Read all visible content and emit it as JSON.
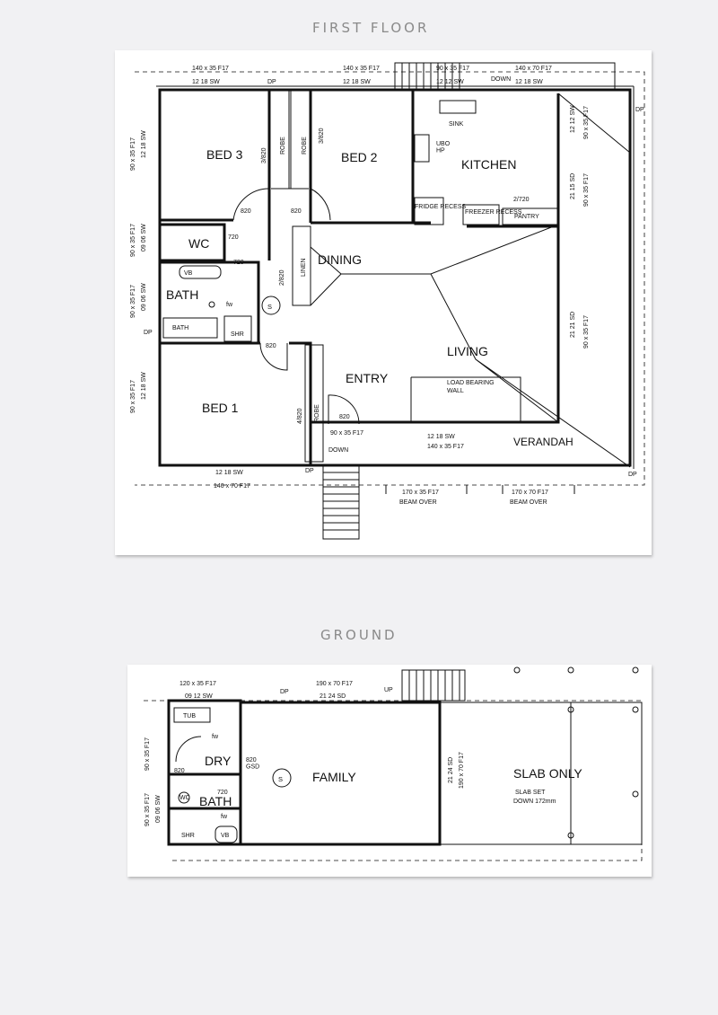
{
  "first_floor": {
    "heading": "FIRST FLOOR",
    "rooms": {
      "bed3": "BED 3",
      "bed2": "BED 2",
      "kitchen": "KITCHEN",
      "dining": "DINING",
      "living": "LIVING",
      "entry": "ENTRY",
      "bed1": "BED 1",
      "verandah": "VERANDAH",
      "wc": "WC",
      "bath": "BATH"
    },
    "fixtures": {
      "robe": "ROBE",
      "linen": "LINEN",
      "sink": "SINK",
      "ubo_hp": "UBO\nHP",
      "fridge_recess": "FRIDGE RECESS",
      "freezer_recess": "FREEZER RECESS",
      "pantry": "PANTRY",
      "vb": "VB",
      "bath_tub": "BATH",
      "shr": "SHR",
      "fw": "fw",
      "smoke": "S",
      "load_bearing": "LOAD BEARING",
      "wall": "WALL",
      "down": "DOWN",
      "dp": "DP"
    },
    "doors": {
      "d3_820": "3/820",
      "d820": "820",
      "d720": "720",
      "d2_820": "2/820",
      "d4_820": "4/820",
      "d2_720": "2/720"
    },
    "members": {
      "top1": "140 x 35 F17",
      "top1b": "12 18 SW",
      "top2": "140 x 35 F17",
      "top2b": "12 18 SW",
      "top3": "90 x 35 F17",
      "top3b": "12 12 SW",
      "top4": "140 x 70 F17",
      "top4b": "12 18 SW",
      "left1": "90 x 35 F17",
      "left1b": "12 18 SW",
      "left2": "90 x 35 F17",
      "left2b": "09 06 SW",
      "left3": "90 x 35 F17",
      "left3b": "09 06 SW",
      "left4": "90 x 35 F17",
      "left4b": "12 18 SW",
      "right1": "12 12 SW",
      "right1b": "90 x 35 F17",
      "right2": "21 15 SD",
      "right2b": "90 x 35 F17",
      "right3": "21 21 SD",
      "right3b": "90 x 35 F17",
      "entry_beam": "90 x 35 F17",
      "liv_beam": "12 18 SW",
      "liv_beamb": "140 x 35 F17",
      "bot1": "12 18 SW",
      "bot1b": "140 x 70 F17",
      "beam1": "170 x 35 F17",
      "beam2": "170 x 70 F17",
      "beam_over": "BEAM OVER"
    }
  },
  "ground": {
    "heading": "GROUND",
    "rooms": {
      "dry": "DRY",
      "bath": "BATH",
      "family": "FAMILY",
      "slab": "SLAB ONLY"
    },
    "fixtures": {
      "tub": "TUB",
      "wc": "WC",
      "shr": "SHR",
      "vb": "VB",
      "fw": "fw",
      "smoke": "S",
      "slab_set": "SLAB SET",
      "slab_down": "DOWN 172mm",
      "up": "UP",
      "dp": "DP"
    },
    "doors": {
      "d820": "820",
      "d820gsd": "820\nGSD",
      "d720": "720"
    },
    "members": {
      "top1": "120 x 35 F17",
      "top1b": "09 12 SW",
      "top2": "190 x 70 F17",
      "top2b": "21 24 SD",
      "left1": "90 x 35 F17",
      "left2": "90 x 35 F17",
      "left2b": "09 06 SW",
      "mid1": "21 24 SD",
      "mid1b": "190 x 70 F17"
    }
  }
}
